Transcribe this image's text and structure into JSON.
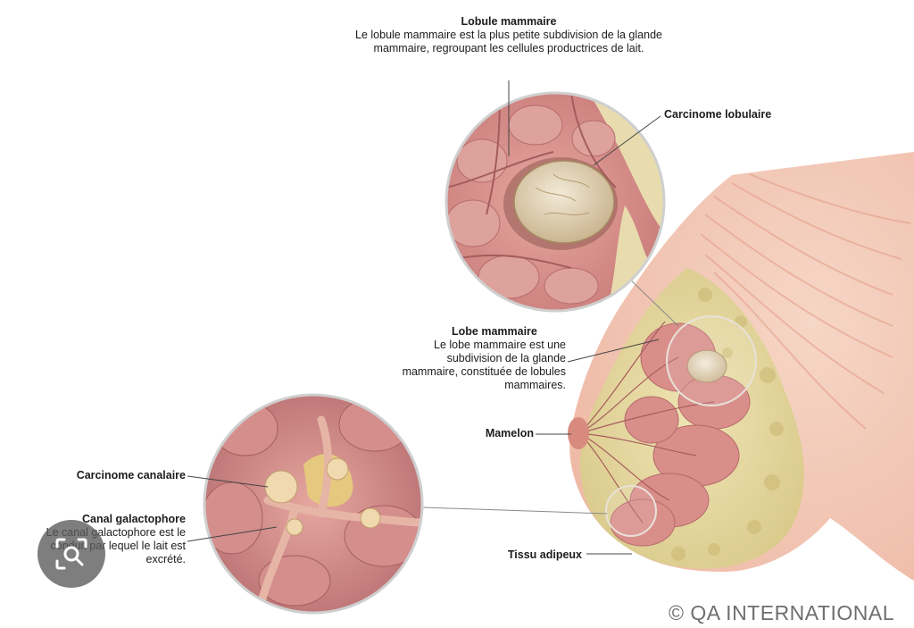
{
  "labels": {
    "lobule": {
      "title": "Lobule mammaire",
      "desc": "Le lobule mammaire est la plus petite subdivision de la glande mammaire, regroupant les cellules productrices de lait."
    },
    "carcinome_lobulaire": {
      "title": "Carcinome lobulaire"
    },
    "lobe": {
      "title": "Lobe mammaire",
      "desc": "Le lobe mammaire est une subdivision de la glande mammaire, constituée de lobules mammaires."
    },
    "mamelon": {
      "title": "Mamelon"
    },
    "carcinome_canalaire": {
      "title": "Carcinome canalaire"
    },
    "canal": {
      "title": "Canal galactophore",
      "desc": "Le canal galactophore est le conduit par lequel le lait est excrété."
    },
    "tissu": {
      "title": "Tissu adipeux"
    }
  },
  "credit": "© QA INTERNATIONAL",
  "colors": {
    "skin": "#f3c9b6",
    "muscle": "#e9a892",
    "gland": "#d98e8a",
    "fat": "#e6dba6",
    "tumor": "#e8dcc3",
    "leader": "#444444"
  },
  "icons": [
    "lens-icon"
  ]
}
